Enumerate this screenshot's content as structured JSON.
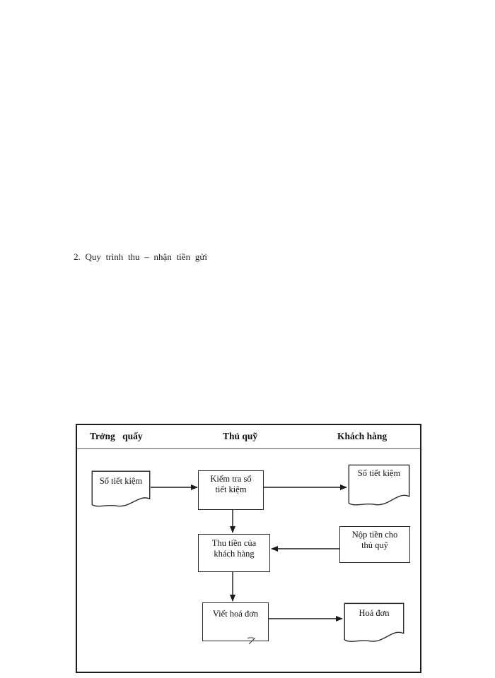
{
  "page": {
    "heading": "2. Quy trình thu – nhận tiền gửi"
  },
  "diagram": {
    "lanes": {
      "left": "Trởng quấy",
      "middle": "Thủ quỹ",
      "right": "Khách hàng"
    },
    "nodes": {
      "savings_book_teller": {
        "type": "document",
        "label": "Sổ tiết kiệm"
      },
      "check_savings_book": {
        "type": "process",
        "line1": "Kiểm tra sổ",
        "line2": "tiết kiệm"
      },
      "savings_book_customer": {
        "type": "document",
        "label": "Sổ tiết kiệm"
      },
      "collect_customer_money": {
        "type": "process",
        "line1": "Thu tiền của",
        "line2": "khách hàng"
      },
      "pay_cashier": {
        "type": "process",
        "line1": "Nộp tiền cho",
        "line2": "thủ quỹ"
      },
      "write_invoice": {
        "type": "process",
        "label": "Viết hoá đơn"
      },
      "invoice": {
        "type": "document",
        "label": "Hoá đơn"
      }
    },
    "colors": {
      "ink": "#1a1a1a",
      "node_border": "#2b2b2b",
      "background": "#ffffff"
    }
  }
}
